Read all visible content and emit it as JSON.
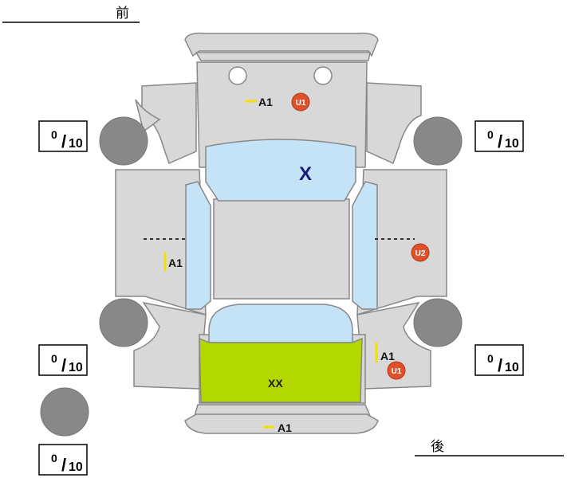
{
  "header": {
    "front_label": "前",
    "rear_label": "後"
  },
  "tires": {
    "front_left": {
      "used": "0",
      "total": "10"
    },
    "front_right": {
      "used": "0",
      "total": "10"
    },
    "rear_left": {
      "used": "0",
      "total": "10"
    },
    "rear_right": {
      "used": "0",
      "total": "10"
    },
    "spare": {
      "used": "0",
      "total": "10"
    },
    "separator": "/"
  },
  "damage_marks": {
    "front_bumper_scratch": "A1",
    "front_bumper_repair": "U1",
    "windshield_mark": "X",
    "left_side_scratch": "A1",
    "right_side_repair": "U2",
    "rear_right_scratch": "A1",
    "rear_right_repair": "U1",
    "trunk_mark": "XX",
    "rear_bumper_scratch": "A1"
  },
  "colors": {
    "body": "#d8d8d8",
    "outline": "#888888",
    "glass": "#c5e3f6",
    "tire": "#888888",
    "trunk_highlight": "#b3d800",
    "mark_text": "#1a1a7a",
    "badge": "#e0502a",
    "scratch_line": "#f2e000"
  }
}
